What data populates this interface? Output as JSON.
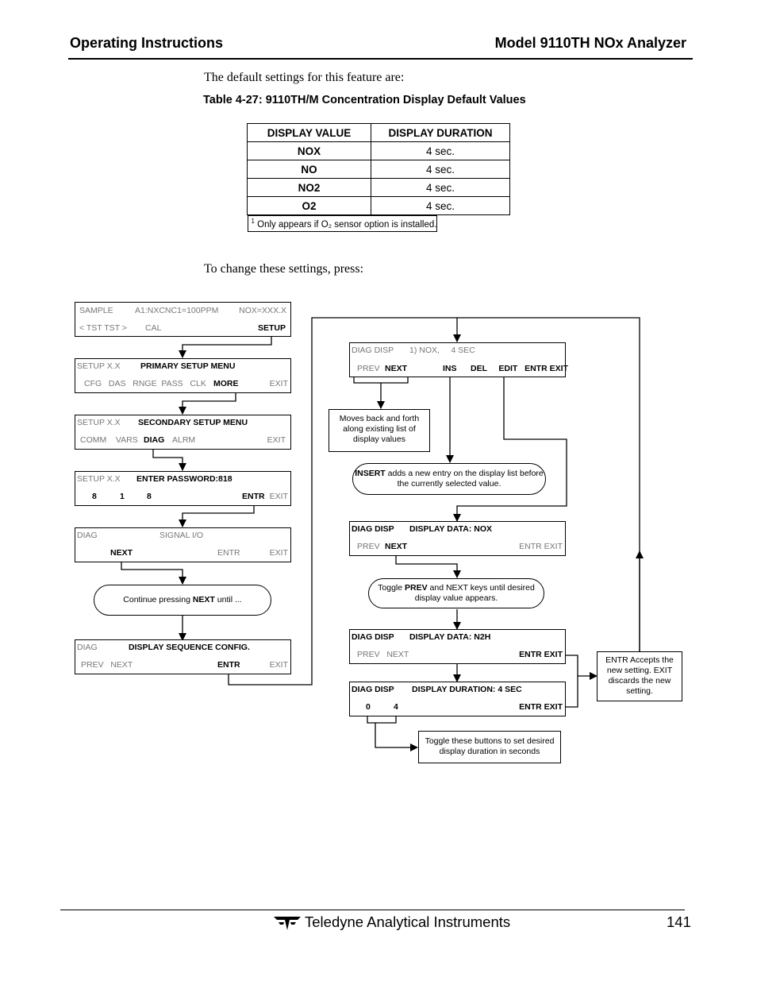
{
  "header": {
    "left": "Operating Instructions",
    "right": "Model 9110TH NOx Analyzer"
  },
  "intro": "The default settings for this feature are:",
  "table": {
    "caption": "Table 4-27:  9110TH/M Concentration Display Default Values",
    "headers": [
      "DISPLAY VALUE",
      "DISPLAY DURATION"
    ],
    "rows": [
      [
        "NOX",
        "4 sec."
      ],
      [
        "NO",
        "4 sec."
      ],
      [
        "NO2",
        "4 sec."
      ],
      [
        "O2",
        "4 sec."
      ]
    ],
    "footnote_mark": "1",
    "footnote": "Only appears if O₂ sensor option is installed."
  },
  "change_text": "To change these settings, press:",
  "screens": {
    "s1": {
      "l1a": "SAMPLE",
      "l1b": "A1:NXCNC1=100PPM",
      "l1c": "NOX=XXX.X",
      "l2a": "< TST  TST >",
      "l2b": "CAL",
      "l2c": "SETUP"
    },
    "s2": {
      "l1a": "SETUP X.X",
      "l1b": "PRIMARY SETUP MENU",
      "l2a": "CFG   DAS   RNGE  PASS   CLK",
      "l2b": "MORE",
      "l2c": "EXIT"
    },
    "s3": {
      "l1a": "SETUP X.X",
      "l1b": "SECONDARY SETUP MENU",
      "l2a": "COMM    VARS",
      "l2b": "DIAG",
      "l2c": "ALRM",
      "l2d": "EXIT"
    },
    "s4": {
      "l1a": "SETUP X.X",
      "l1b": "ENTER PASSWORD:818",
      "d1": "8",
      "d2": "1",
      "d3": "8",
      "l2b": "ENTR",
      "l2c": "EXIT"
    },
    "s5": {
      "l1a": "DIAG",
      "l1b": "SIGNAL I/O",
      "l2a": "NEXT",
      "l2b": "ENTR",
      "l2c": "EXIT"
    },
    "s6": {
      "l1a": "DIAG",
      "l1b": "DISPLAY SEQUENCE CONFIG.",
      "l2a": "PREV   NEXT",
      "l2b": "ENTR",
      "l2c": "EXIT"
    },
    "r1": {
      "l1a": "DIAG DISP",
      "l1b": "1) NOX,     4 SEC",
      "prev": "PREV",
      "next": "NEXT",
      "keys": "INS      DEL     EDIT   ENTR EXIT"
    },
    "r2": {
      "l1a": "DIAG DISP",
      "l1b": "DISPLAY DATA: NOX",
      "prev": "PREV",
      "next": "NEXT",
      "keys": "ENTR EXIT"
    },
    "r3": {
      "l1a": "DIAG DISP",
      "l1b": "DISPLAY DATA: N2H",
      "l2a": "PREV   NEXT",
      "keys": "ENTR EXIT"
    },
    "r4": {
      "l1a": "DIAG DISP",
      "l1b": "DISPLAY DURATION: 4 SEC",
      "d1": "0",
      "d2": "4",
      "keys": "ENTR EXIT"
    }
  },
  "notes": {
    "continue_pre": "Continue pressing ",
    "continue_key": "NEXT",
    "continue_post": " until ...",
    "moves": "Moves back and forth along existing list of display values",
    "insert_key": "INSERT",
    "insert_rest": " adds a new entry on the display list before the currently selected value.",
    "toggle_pre": "Toggle  ",
    "toggle_key": "PREV",
    "toggle_rest": " and NEXT keys until desired display value appears.",
    "toggle_dur": "Toggle these buttons to set desired display duration in seconds",
    "entr": "ENTR Accepts the new setting. EXIT discards the new setting."
  },
  "footer": {
    "company": "Teledyne Analytical Instruments",
    "page": "141"
  }
}
